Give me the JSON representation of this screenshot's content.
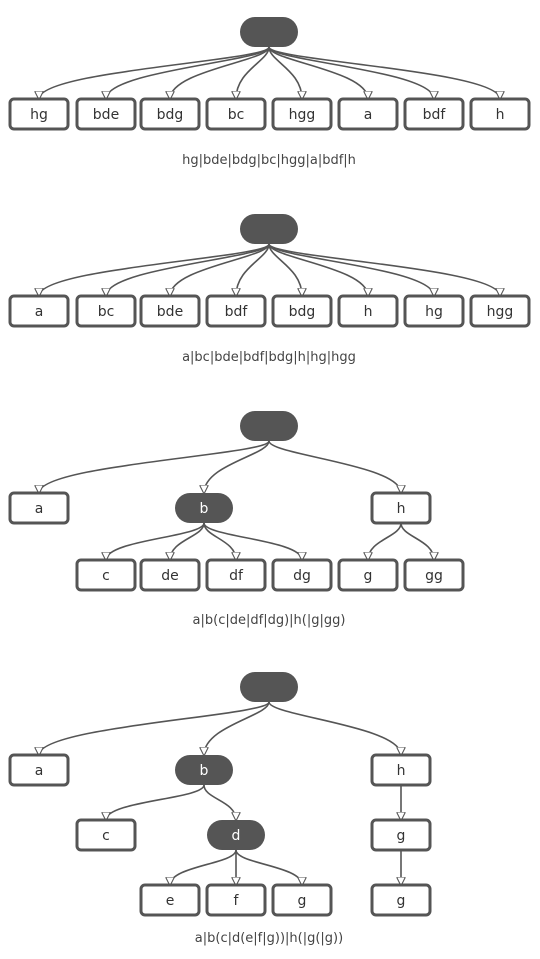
{
  "colors": {
    "stroke": "#555555",
    "dark_fill": "#555555",
    "light_fill": "#ffffff",
    "text": "#333333",
    "inverse_text": "#ffffff",
    "edge": "#555555"
  },
  "trees": [
    {
      "caption": "hg|bde|bdg|bc|hgg|a|bdf|h",
      "nodes": [
        {
          "id": "r",
          "label": "",
          "style": "dark-pill"
        },
        {
          "id": "n1",
          "label": "hg",
          "style": "box"
        },
        {
          "id": "n2",
          "label": "bde",
          "style": "box"
        },
        {
          "id": "n3",
          "label": "bdg",
          "style": "box"
        },
        {
          "id": "n4",
          "label": "bc",
          "style": "box"
        },
        {
          "id": "n5",
          "label": "hgg",
          "style": "box"
        },
        {
          "id": "n6",
          "label": "a",
          "style": "box"
        },
        {
          "id": "n7",
          "label": "bdf",
          "style": "box"
        },
        {
          "id": "n8",
          "label": "h",
          "style": "box"
        }
      ],
      "edges": [
        [
          "r",
          "n1"
        ],
        [
          "r",
          "n2"
        ],
        [
          "r",
          "n3"
        ],
        [
          "r",
          "n4"
        ],
        [
          "r",
          "n5"
        ],
        [
          "r",
          "n6"
        ],
        [
          "r",
          "n7"
        ],
        [
          "r",
          "n8"
        ]
      ]
    },
    {
      "caption": "a|bc|bde|bdf|bdg|h|hg|hgg",
      "nodes": [
        {
          "id": "r",
          "label": "",
          "style": "dark-pill"
        },
        {
          "id": "n1",
          "label": "a",
          "style": "box"
        },
        {
          "id": "n2",
          "label": "bc",
          "style": "box"
        },
        {
          "id": "n3",
          "label": "bde",
          "style": "box"
        },
        {
          "id": "n4",
          "label": "bdf",
          "style": "box"
        },
        {
          "id": "n5",
          "label": "bdg",
          "style": "box"
        },
        {
          "id": "n6",
          "label": "h",
          "style": "box"
        },
        {
          "id": "n7",
          "label": "hg",
          "style": "box"
        },
        {
          "id": "n8",
          "label": "hgg",
          "style": "box"
        }
      ],
      "edges": [
        [
          "r",
          "n1"
        ],
        [
          "r",
          "n2"
        ],
        [
          "r",
          "n3"
        ],
        [
          "r",
          "n4"
        ],
        [
          "r",
          "n5"
        ],
        [
          "r",
          "n6"
        ],
        [
          "r",
          "n7"
        ],
        [
          "r",
          "n8"
        ]
      ]
    },
    {
      "caption": "a|b(c|de|df|dg)|h(|g|gg)",
      "nodes": [
        {
          "id": "r",
          "label": "",
          "style": "dark-pill"
        },
        {
          "id": "a",
          "label": "a",
          "style": "box"
        },
        {
          "id": "b",
          "label": "b",
          "style": "dark-pill"
        },
        {
          "id": "h",
          "label": "h",
          "style": "box"
        },
        {
          "id": "c",
          "label": "c",
          "style": "box"
        },
        {
          "id": "de",
          "label": "de",
          "style": "box"
        },
        {
          "id": "df",
          "label": "df",
          "style": "box"
        },
        {
          "id": "dg",
          "label": "dg",
          "style": "box"
        },
        {
          "id": "g",
          "label": "g",
          "style": "box"
        },
        {
          "id": "gg",
          "label": "gg",
          "style": "box"
        }
      ],
      "edges": [
        [
          "r",
          "a"
        ],
        [
          "r",
          "b"
        ],
        [
          "r",
          "h"
        ],
        [
          "b",
          "c"
        ],
        [
          "b",
          "de"
        ],
        [
          "b",
          "df"
        ],
        [
          "b",
          "dg"
        ],
        [
          "h",
          "g"
        ],
        [
          "h",
          "gg"
        ]
      ]
    },
    {
      "caption": "a|b(c|d(e|f|g))|h(|g(|g))",
      "nodes": [
        {
          "id": "r",
          "label": "",
          "style": "dark-pill"
        },
        {
          "id": "a",
          "label": "a",
          "style": "box"
        },
        {
          "id": "b",
          "label": "b",
          "style": "dark-pill"
        },
        {
          "id": "h",
          "label": "h",
          "style": "box"
        },
        {
          "id": "c",
          "label": "c",
          "style": "box"
        },
        {
          "id": "d",
          "label": "d",
          "style": "dark-pill"
        },
        {
          "id": "hg",
          "label": "g",
          "style": "box"
        },
        {
          "id": "e",
          "label": "e",
          "style": "box"
        },
        {
          "id": "f",
          "label": "f",
          "style": "box"
        },
        {
          "id": "g",
          "label": "g",
          "style": "box"
        },
        {
          "id": "hgg",
          "label": "g",
          "style": "box"
        }
      ],
      "edges": [
        [
          "r",
          "a"
        ],
        [
          "r",
          "b"
        ],
        [
          "r",
          "h"
        ],
        [
          "b",
          "c"
        ],
        [
          "b",
          "d"
        ],
        [
          "h",
          "hg"
        ],
        [
          "d",
          "e"
        ],
        [
          "d",
          "f"
        ],
        [
          "d",
          "g"
        ],
        [
          "hg",
          "hgg"
        ]
      ]
    }
  ]
}
